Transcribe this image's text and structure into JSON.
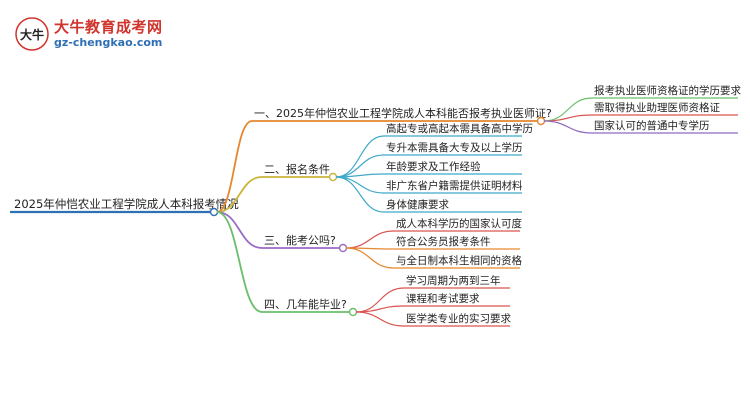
{
  "brand": {
    "site_name": "大牛教育成考网",
    "url": "gz-chengkao.com",
    "logo_glyph": "大牛"
  },
  "diagram": {
    "root": {
      "label": "2025年仲恺农业工程学院成人本科报考情况",
      "color": "#2f6fb3"
    },
    "branches": [
      {
        "label": "一、2025年仲恺农业工程学院成人本科能否报考执业医师证?",
        "color": "#e6862e",
        "children": [
          {
            "label": "报考执业医师资格证的学历要求",
            "color": "#6abf69"
          },
          {
            "label": "需取得执业助理医师资格证",
            "color": "#d9534f"
          },
          {
            "label": "国家认可的普通中专学历",
            "color": "#8e6bbf"
          }
        ]
      },
      {
        "label": "二、报名条件",
        "color": "#c9b53a",
        "children": [
          {
            "label": "高起专或高起本需具备高中学历",
            "color": "#3fa9c9"
          },
          {
            "label": "专升本需具备大专及以上学历",
            "color": "#3fa9c9"
          },
          {
            "label": "年龄要求及工作经验",
            "color": "#3fa9c9"
          },
          {
            "label": "非广东省户籍需提供证明材料",
            "color": "#3fa9c9"
          },
          {
            "label": "身体健康要求",
            "color": "#3fa9c9"
          }
        ]
      },
      {
        "label": "三、能考公吗?",
        "color": "#9b6cc4",
        "children": [
          {
            "label": "成人本科学历的国家认可度",
            "color": "#d9534f"
          },
          {
            "label": "符合公务员报考条件",
            "color": "#e6862e"
          },
          {
            "label": "与全日制本科生相同的资格",
            "color": "#e6862e"
          }
        ]
      },
      {
        "label": "四、几年能毕业?",
        "color": "#6abf69",
        "children": [
          {
            "label": "学习周期为两到三年",
            "color": "#d9534f"
          },
          {
            "label": "课程和考试要求",
            "color": "#d9534f"
          },
          {
            "label": "医学类专业的实习要求",
            "color": "#d9534f"
          }
        ]
      }
    ]
  }
}
